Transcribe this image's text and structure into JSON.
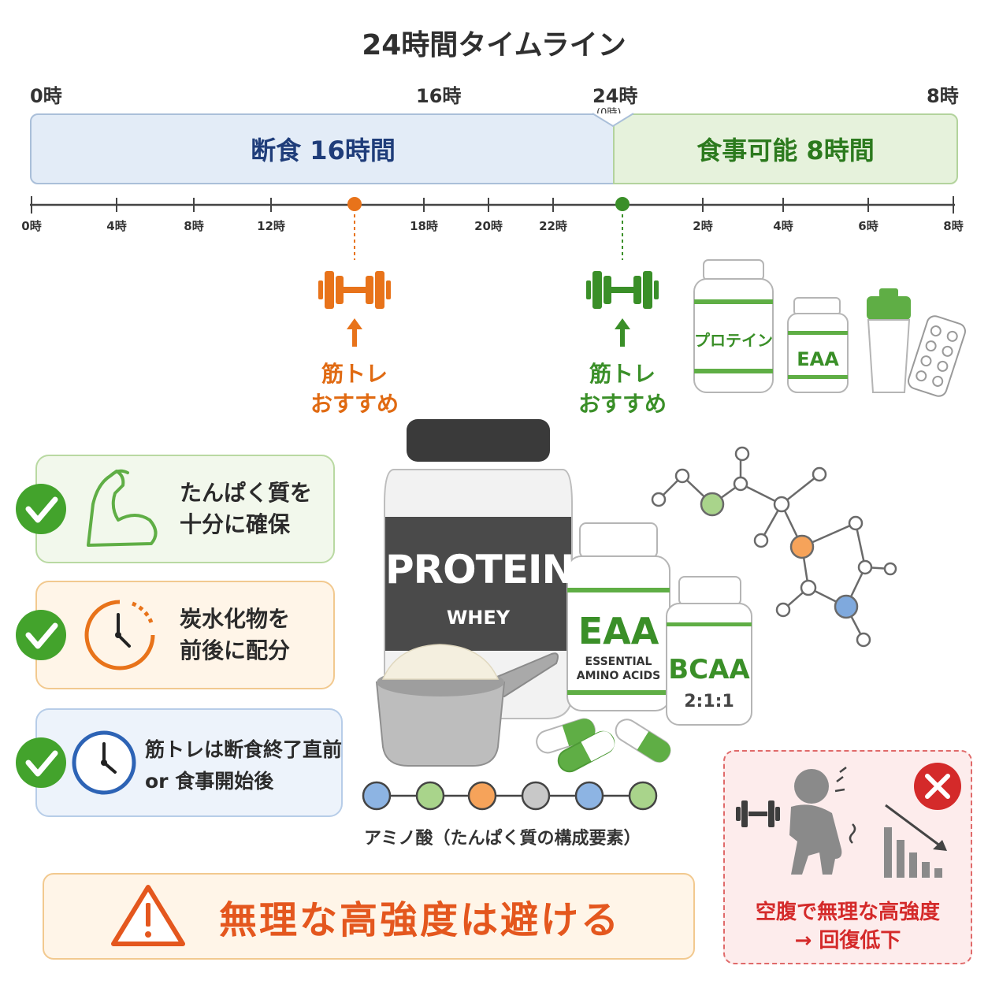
{
  "header": {
    "title": "24時間タイムライン"
  },
  "timeline": {
    "top_labels": [
      "0時",
      "16時",
      "24時",
      "(0時)",
      "8時"
    ],
    "fasting_label": "断食 16時間",
    "eating_label": "食事可能 8時間",
    "ticks": [
      "0時",
      "4時",
      "8時",
      "12時",
      "18時",
      "20時",
      "22時",
      "2時",
      "4時",
      "6時",
      "8時"
    ]
  },
  "recommend": {
    "fasting_end": {
      "line1": "筋トレ",
      "line2": "おすすめ"
    },
    "eating_start": {
      "line1": "筋トレ",
      "line2": "おすすめ"
    }
  },
  "supplements": {
    "small_bottle_1": "プロテイン",
    "small_bottle_2": "EAA",
    "protein_main": "PROTEIN",
    "protein_sub": "WHEY",
    "eaa_main": "EAA",
    "eaa_sub1": "ESSENTIAL",
    "eaa_sub2": "AMINO ACIDS",
    "bcaa_main": "BCAA",
    "bcaa_sub": "2:1:1",
    "amino_label": "アミノ酸（たんぱく質の構成要素）"
  },
  "tips": [
    {
      "line1": "たんぱく質を",
      "line2": "十分に確保"
    },
    {
      "line1": "炭水化物を",
      "line2": "前後に配分"
    },
    {
      "line1": "筋トレは断食終了直前",
      "line2": "or 食事開始後"
    }
  ],
  "warning": {
    "text": "無理な高強度は避ける"
  },
  "side_warning": {
    "line1": "空腹で無理な高強度",
    "line2": "→ 回復低下"
  },
  "colors": {
    "fasting": "#1f3d7a",
    "eating": "#2c7a1e",
    "accent_orange": "#e06a12",
    "accent_green": "#3a8f28",
    "warning_red": "#d42a2a"
  }
}
